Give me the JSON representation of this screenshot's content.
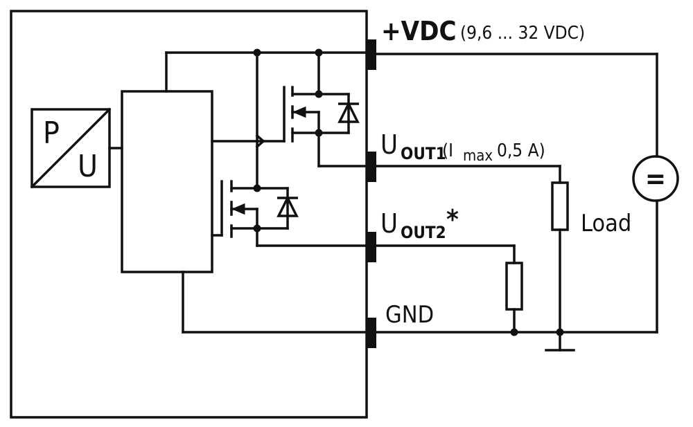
{
  "transducer": {
    "p_label": "P",
    "u_label": "U"
  },
  "terminals": {
    "vdc": {
      "label": "+VDC",
      "range": "(9,6 ... 32 VDC)"
    },
    "out1": {
      "main": "U",
      "sub": "OUT1",
      "note_open": "(I",
      "note_sub": "max",
      "note_rest": "0,5  A)"
    },
    "out2": {
      "main": "U",
      "sub": "OUT2",
      "star": "*"
    },
    "gnd": {
      "label": "GND"
    }
  },
  "load": {
    "label": "Load"
  },
  "dc_source": {
    "symbol": "="
  },
  "colors": {
    "line": "#111111",
    "background": "#ffffff"
  }
}
